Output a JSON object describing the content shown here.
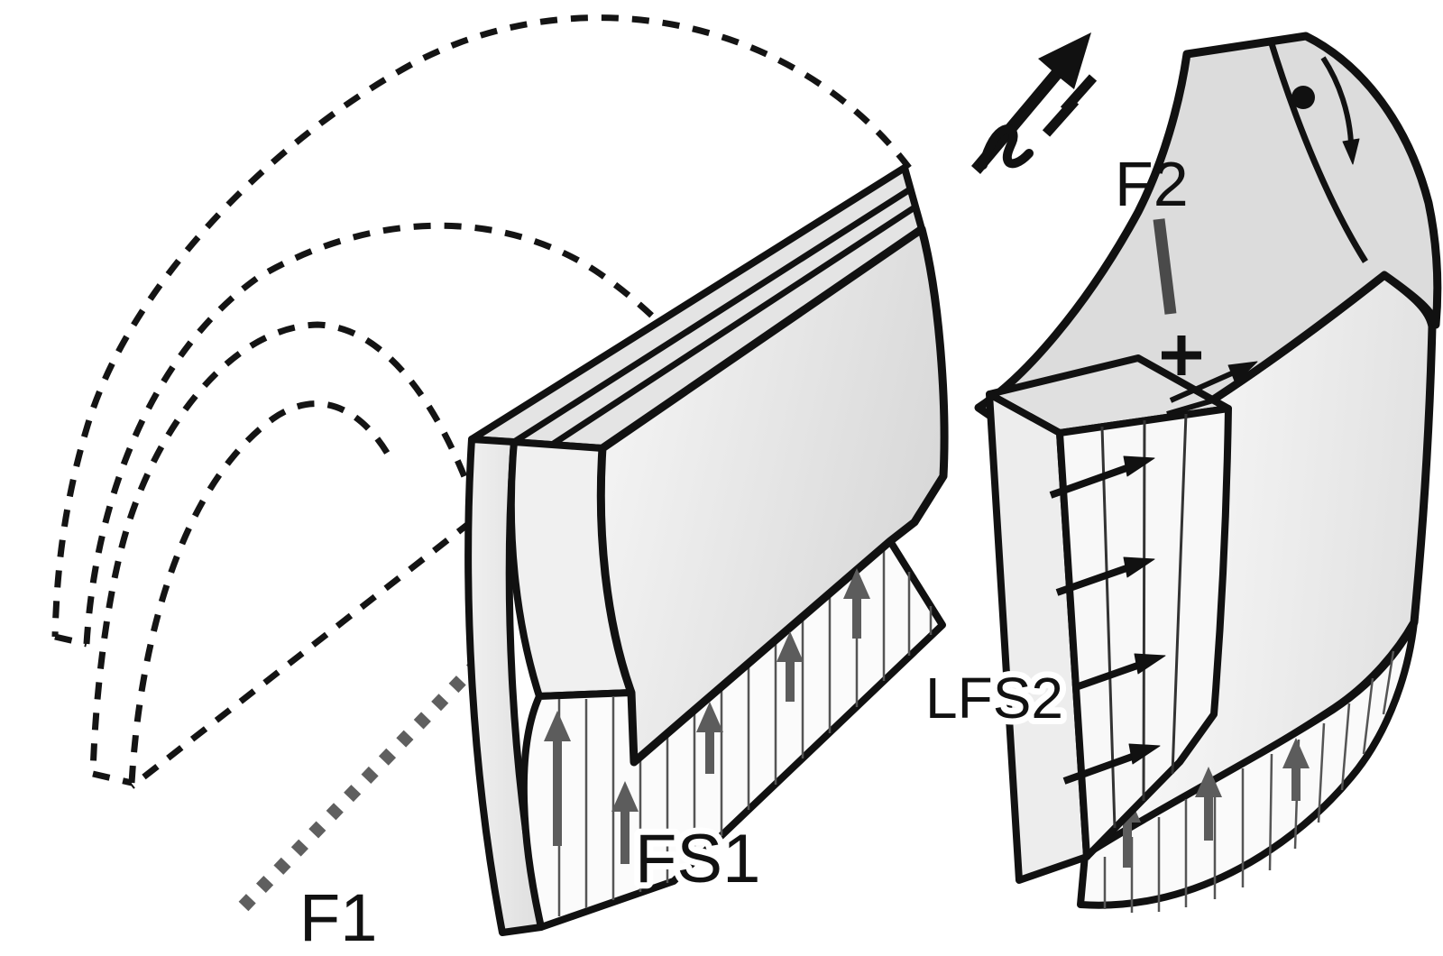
{
  "labels": {
    "f1": "F1",
    "fs1": "FS1",
    "f2": "F2",
    "lfs2": "LFS2"
  },
  "symbols": {
    "plus_sign": "+",
    "hinge_dot": "filled-circle",
    "transport_arrow": "large-arrow-up-right-with-double-tick-and-n",
    "shear_half_arrow": "half-arrow-up-right",
    "plunge_arrow": "curved-arrow-down",
    "foliation_arrows_gray": "small-up-arrows",
    "foliation_arrows_black": "right-arrows",
    "fold_axis_f1_line": "thick-dotted-line",
    "ghost_fold": "dashed-refolded-outline"
  },
  "colors": {
    "ink": "#111111",
    "face_light": "#f6f6f6",
    "face_mid": "#e3e3e3",
    "face_top": "#e0e0e0",
    "face_shadow": "#9b9b9b",
    "gray_arrow": "#5c5c5c",
    "axis_gray": "#5f5f5f",
    "tick_gray": "#4a4a4a",
    "hatch": "#555555"
  }
}
